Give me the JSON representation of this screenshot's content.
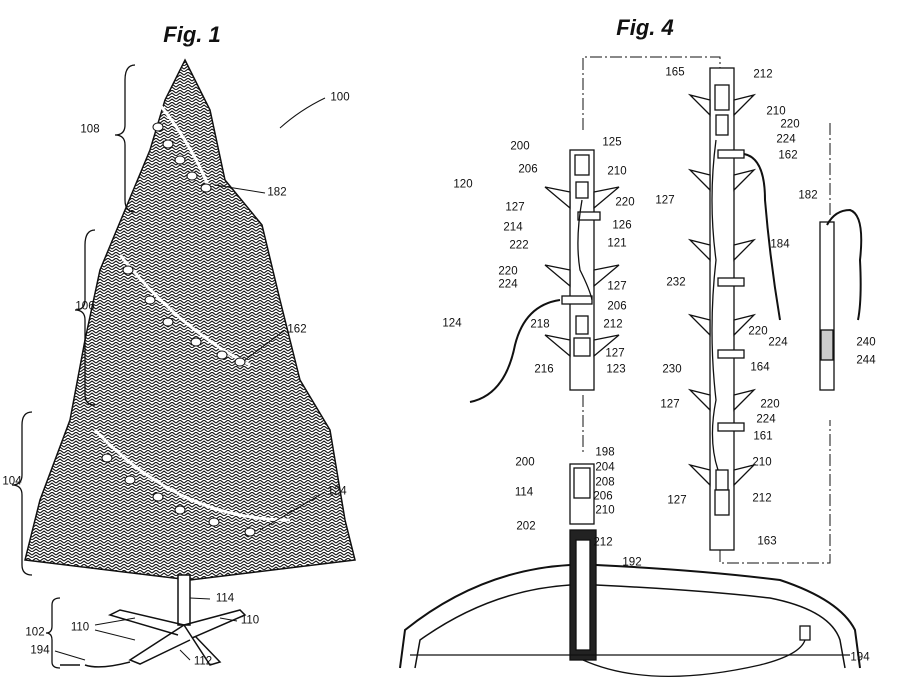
{
  "figure1": {
    "title": "Fig. 1",
    "labels": [
      "100",
      "108",
      "182",
      "106",
      "162",
      "104",
      "124",
      "114",
      "110",
      "110",
      "102",
      "194",
      "112"
    ]
  },
  "figure4": {
    "title": "Fig. 4",
    "labels": [
      "200",
      "125",
      "206",
      "210",
      "120",
      "127",
      "220",
      "214",
      "126",
      "222",
      "121",
      "220",
      "224",
      "127",
      "206",
      "124",
      "218",
      "212",
      "127",
      "216",
      "123",
      "200",
      "198",
      "204",
      "114",
      "208",
      "206",
      "210",
      "202",
      "212",
      "192",
      "194",
      "165",
      "212",
      "210",
      "220",
      "224",
      "162",
      "127",
      "182",
      "184",
      "232",
      "220",
      "224",
      "230",
      "164",
      "240",
      "244",
      "127",
      "220",
      "224",
      "161",
      "210",
      "127",
      "212",
      "163"
    ]
  }
}
